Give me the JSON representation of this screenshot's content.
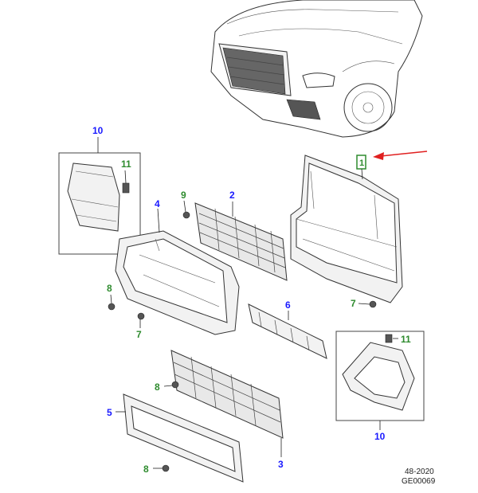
{
  "callouts": {
    "c10_top": "10",
    "c11_top": "11",
    "c9": "9",
    "c2": "2",
    "c4": "4",
    "c1": "1",
    "c8_left": "8",
    "c7_left": "7",
    "c6": "6",
    "c7_right": "7",
    "c11_right": "11",
    "c8_mid": "8",
    "c5": "5",
    "c10_bottom": "10",
    "c8_bottom": "8",
    "c3": "3"
  },
  "footer": {
    "ref_date": "48-2020",
    "ref_code": "GE00069"
  },
  "colors": {
    "callout_blue": "#1a1aff",
    "callout_green": "#2e8b2e",
    "arrow_red": "#e02020",
    "highlight_green": "#2e8b2e"
  }
}
